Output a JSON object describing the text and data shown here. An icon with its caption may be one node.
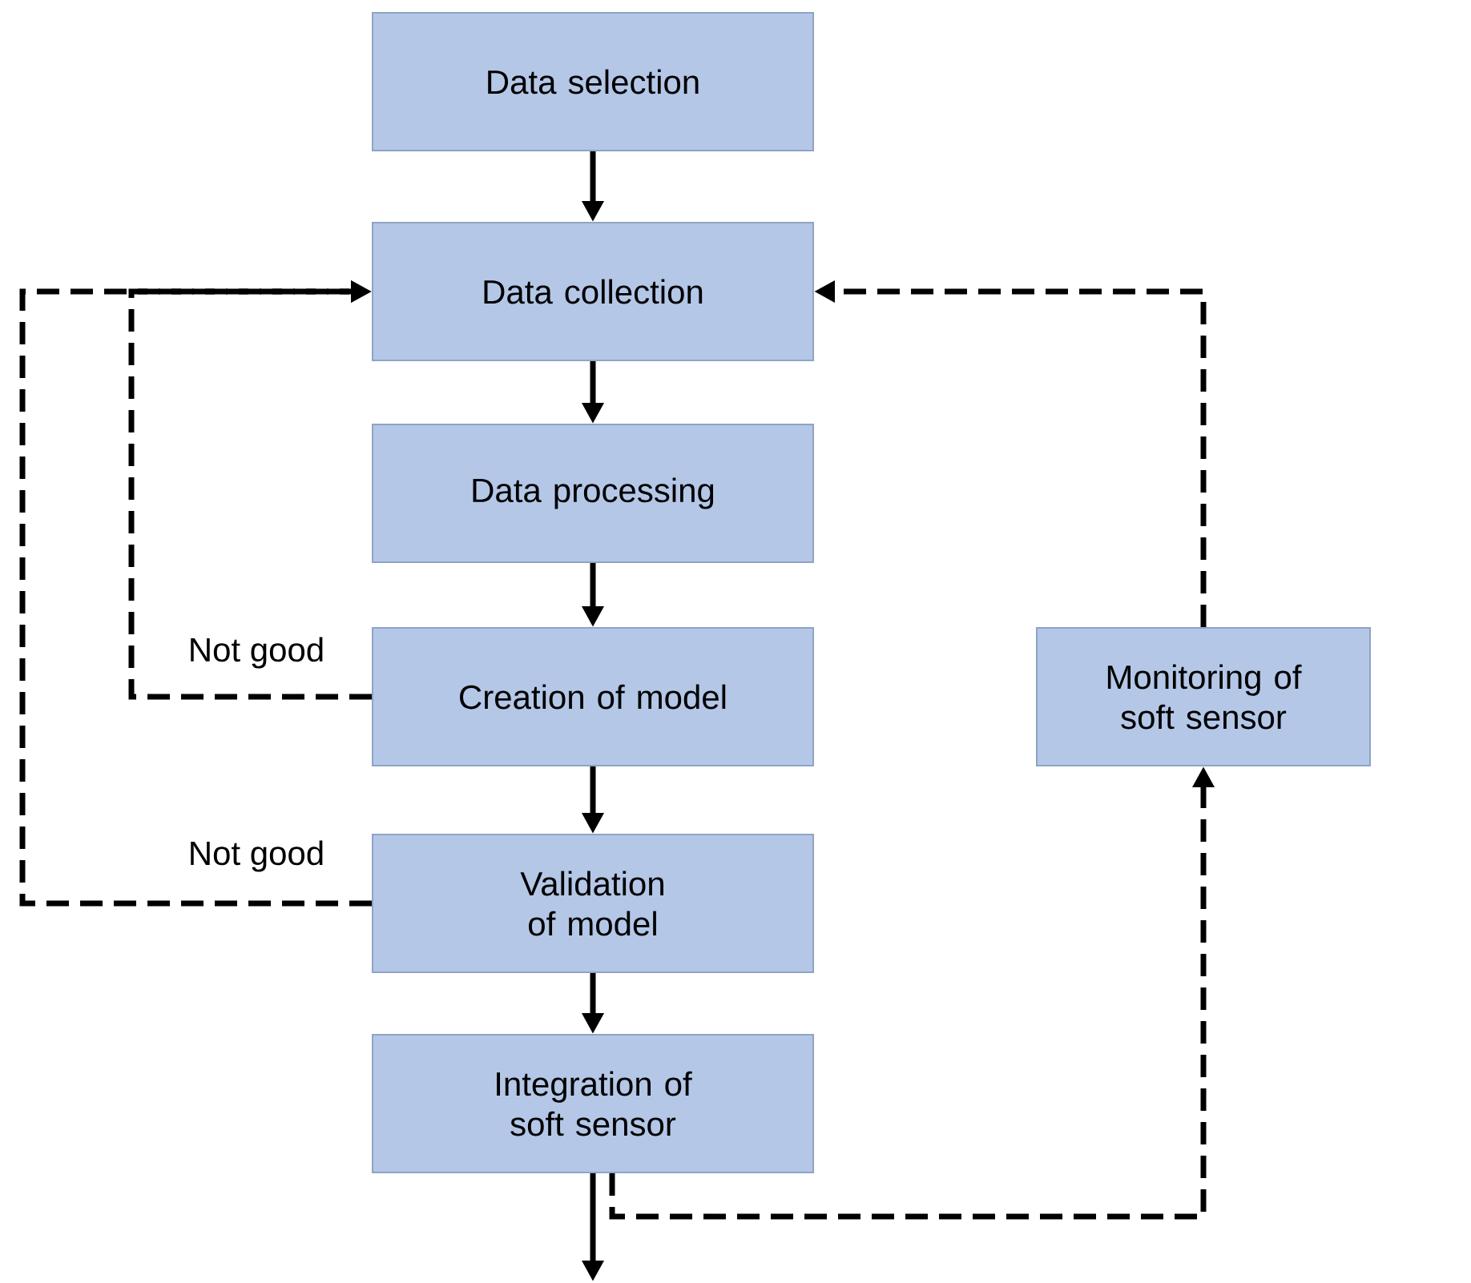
{
  "diagram": {
    "nodes": [
      {
        "text": [
          "Data selection"
        ]
      },
      {
        "text": [
          "Data collection"
        ]
      },
      {
        "text": [
          "Data processing"
        ]
      },
      {
        "text": [
          "Creation of model"
        ]
      },
      {
        "text": [
          "Validation of model"
        ]
      },
      {
        "text": [
          "Integration of soft sensor"
        ]
      },
      {
        "text": [
          "Monitoring of soft sensor"
        ]
      }
    ],
    "edges": [
      {
        "from": 0,
        "to": 1,
        "arrow": "to"
      },
      {
        "from": 1,
        "to": 2,
        "arrow": "to"
      },
      {
        "from": 2,
        "to": 3,
        "arrow": "to"
      },
      {
        "from": 3,
        "to": 4,
        "arrow": "to"
      },
      {
        "from": 4,
        "to": 5,
        "arrow": "to"
      },
      {
        "from": 3,
        "to": 1,
        "arrow": "to",
        "label": "Not good",
        "style": "dashed"
      },
      {
        "from": 4,
        "to": 1,
        "arrow": "to",
        "label": "Not good",
        "style": "dashed"
      },
      {
        "from": 5,
        "to": 6,
        "arrow": "to",
        "style": "dashed"
      },
      {
        "from": 6,
        "to": 1,
        "arrow": "to",
        "style": "dashed"
      },
      {
        "from": 5,
        "to": null,
        "arrow": "to"
      }
    ]
  }
}
